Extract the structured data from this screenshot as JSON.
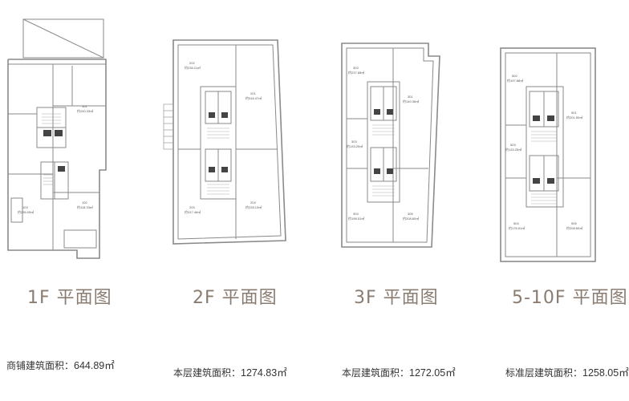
{
  "floors": [
    {
      "title": "1F 平面图",
      "area_label": "商铺建筑面积：",
      "area_value": "644.89㎡",
      "rooms": [
        {
          "no": "101",
          "area": "约240.33㎡"
        },
        {
          "no": "102",
          "area": "约118.33㎡"
        },
        {
          "no": "103",
          "area": "约235.05㎡"
        }
      ]
    },
    {
      "title": "2F 平面图",
      "area_label": "本层建筑面积：",
      "area_value": "1274.83㎡",
      "rooms": [
        {
          "no": "202",
          "area": "约235.11㎡"
        },
        {
          "no": "201",
          "area": "约316.47㎡"
        },
        {
          "no": "203",
          "area": "约317.46㎡"
        },
        {
          "no": "204",
          "area": "约228.13㎡"
        }
      ]
    },
    {
      "title": "3F 平面图",
      "area_label": "本层建筑面积：",
      "area_value": "1272.05㎡",
      "rooms": [
        {
          "no": "302",
          "area": "约237.68㎡"
        },
        {
          "no": "301",
          "area": "约140.36㎡"
        },
        {
          "no": "303",
          "area": "约133.25㎡"
        },
        {
          "no": "304",
          "area": "约198.51㎡"
        },
        {
          "no": "305",
          "area": "约208.60㎡"
        }
      ]
    },
    {
      "title": "5-10F 平面图",
      "area_label": "标准层建筑面积：",
      "area_value": "1258.05㎡",
      "rooms": [
        {
          "no": "502",
          "area": "约197.88㎡"
        },
        {
          "no": "501",
          "area": "约201.50㎡"
        },
        {
          "no": "503",
          "area": "约133.25㎡"
        },
        {
          "no": "504",
          "area": "约176.51㎡"
        },
        {
          "no": "505",
          "area": "约208.60㎡"
        }
      ]
    }
  ],
  "colors": {
    "wall": "#7a7a7a",
    "title": "#8a7c70",
    "text": "#333333"
  }
}
